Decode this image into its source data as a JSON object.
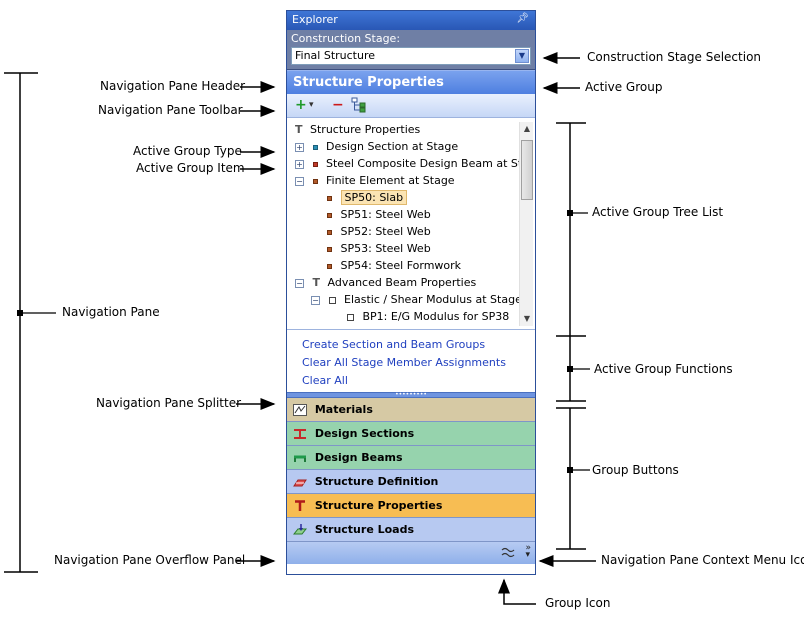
{
  "explorer": {
    "title": "Explorer",
    "stage_label": "Construction Stage:",
    "stage_value": "Final Structure",
    "header": "Structure Properties",
    "toolbar": {
      "add": "+",
      "dropdown": "▾",
      "remove": "−"
    },
    "tree": [
      {
        "label": "Structure Properties",
        "level": 0
      },
      {
        "label": "Design Section at Stage",
        "level": 1,
        "expander": "+"
      },
      {
        "label": "Steel Composite Design Beam at St...",
        "level": 1,
        "expander": "+"
      },
      {
        "label": "Finite Element at Stage",
        "level": 1,
        "expander": "−"
      },
      {
        "label": "SP50: Slab",
        "level": 2,
        "selected": true
      },
      {
        "label": "SP51: Steel Web",
        "level": 2
      },
      {
        "label": "SP52: Steel Web",
        "level": 2
      },
      {
        "label": "SP53: Steel Web",
        "level": 2
      },
      {
        "label": "SP54: Steel Formwork",
        "level": 2
      },
      {
        "label": "Advanced Beam Properties",
        "level": 1,
        "expander": "−"
      },
      {
        "label": "Elastic / Shear Modulus at Stage",
        "level": 2,
        "expander": "−"
      },
      {
        "label": "BP1: E/G Modulus for SP38",
        "level": 3
      }
    ],
    "functions": [
      "Create Section and Beam Groups",
      "Clear All Stage Member Assignments",
      "Clear All"
    ],
    "groups": [
      {
        "label": "Materials",
        "color": "#d6c9a4",
        "icon": "materials-icon"
      },
      {
        "label": "Design Sections",
        "color": "#96d3ad",
        "icon": "design-sections-icon"
      },
      {
        "label": "Design Beams",
        "color": "#96d3ad",
        "icon": "design-beams-icon"
      },
      {
        "label": "Structure Definition",
        "color": "#b7c9f1",
        "icon": "structure-definition-icon"
      },
      {
        "label": "Structure Properties",
        "color": "#f7bd53",
        "icon": "structure-properties-icon"
      },
      {
        "label": "Structure Loads",
        "color": "#b7c9f1",
        "icon": "structure-loads-icon"
      }
    ]
  },
  "annotations": {
    "construction_stage_selection": "Construction Stage Selection",
    "nav_pane_header": "Navigation Pane Header",
    "active_group": "Active Group",
    "nav_pane_toolbar": "Navigation Pane Toolbar",
    "active_group_type": "Active Group Type",
    "active_group_item": "Active Group Item",
    "active_group_tree_list": "Active Group Tree List",
    "navigation_pane": "Navigation Pane",
    "active_group_functions": "Active Group Functions",
    "nav_pane_splitter": "Navigation Pane Splitter",
    "group_buttons": "Group Buttons",
    "nav_pane_overflow_panel": "Navigation Pane Overflow Panel",
    "nav_pane_context_menu_icon": "Navigation Pane Context Menu Icon",
    "group_icon": "Group Icon"
  }
}
